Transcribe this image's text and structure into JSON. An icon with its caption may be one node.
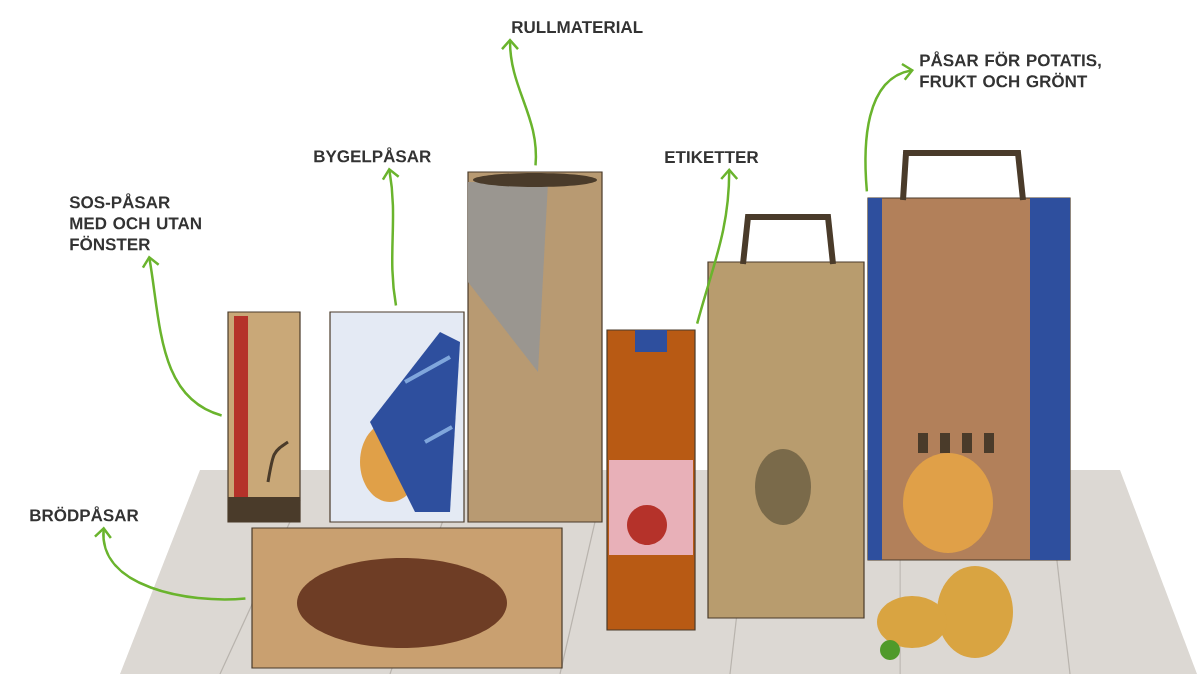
{
  "diagram": {
    "nodes": [
      {
        "text": [
          "SOS-PÅSAR MED OCH UTAN FÖNSTER"
        ]
      },
      {
        "text": [
          "BYGELPÅSAR"
        ]
      },
      {
        "text": [
          "RULLMATERIAL"
        ]
      },
      {
        "text": [
          "ETIKETTER"
        ]
      },
      {
        "text": [
          "PÅSAR FÖR POTATIS, FRUKT OCH GRÖNT"
        ]
      },
      {
        "text": [
          "BRÖDPÅSAR"
        ]
      },
      {
        "text": [],
        "shape": "picture"
      },
      {
        "text": [],
        "shape": "picture"
      },
      {
        "text": [],
        "shape": "picture"
      },
      {
        "text": [],
        "shape": "picture"
      },
      {
        "text": [],
        "shape": "picture"
      },
      {
        "text": [],
        "shape": "picture"
      },
      {
        "text": [],
        "shape": "picture"
      }
    ],
    "edges": [
      {
        "from": 6,
        "to": 0,
        "arrow": "to"
      },
      {
        "from": 7,
        "to": 1,
        "arrow": "to"
      },
      {
        "from": 8,
        "to": 2,
        "arrow": "to"
      },
      {
        "from": 9,
        "to": 3,
        "arrow": "to"
      },
      {
        "from": 11,
        "to": 4,
        "arrow": "to"
      },
      {
        "from": 12,
        "to": 5,
        "arrow": "to"
      }
    ]
  }
}
